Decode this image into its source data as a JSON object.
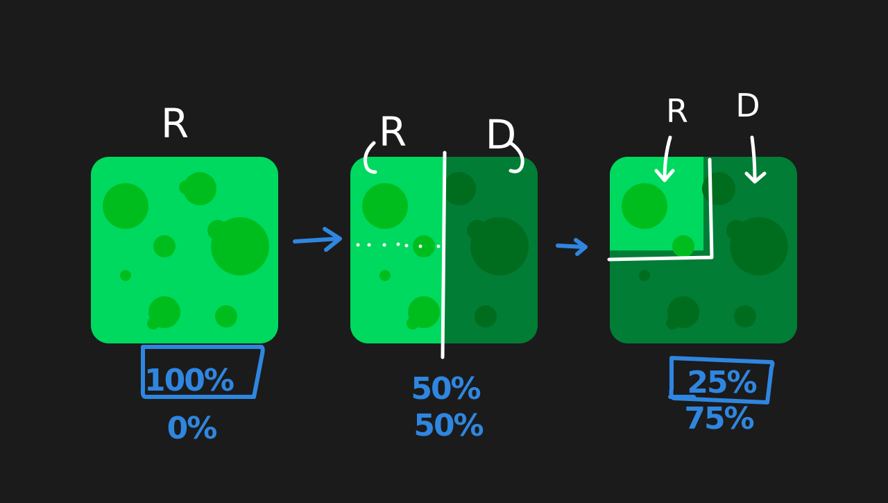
{
  "colors": {
    "background": "#1b1b1b",
    "light_green": "#00d95f",
    "dark_green": "#027d36",
    "spot_on_light": "#00bd1e",
    "spot_on_dark": "#006d1e",
    "white": "#ffffff",
    "blue": "#2f86e0"
  },
  "panels": [
    {
      "label": "R",
      "percent_top": "100%",
      "percent_bottom": "0%",
      "light_fraction_x": 1.0,
      "light_fraction_y": 1.0
    },
    {
      "label_left": "R",
      "label_right": "D",
      "percent_top": "50%",
      "percent_bottom": "50%",
      "light_fraction_x": 0.5,
      "light_fraction_y": 1.0
    },
    {
      "label_left": "R",
      "label_right": "D",
      "percent_top": "25%",
      "percent_bottom": "75%",
      "light_fraction_x": 0.5,
      "light_fraction_y": 0.5
    }
  ]
}
